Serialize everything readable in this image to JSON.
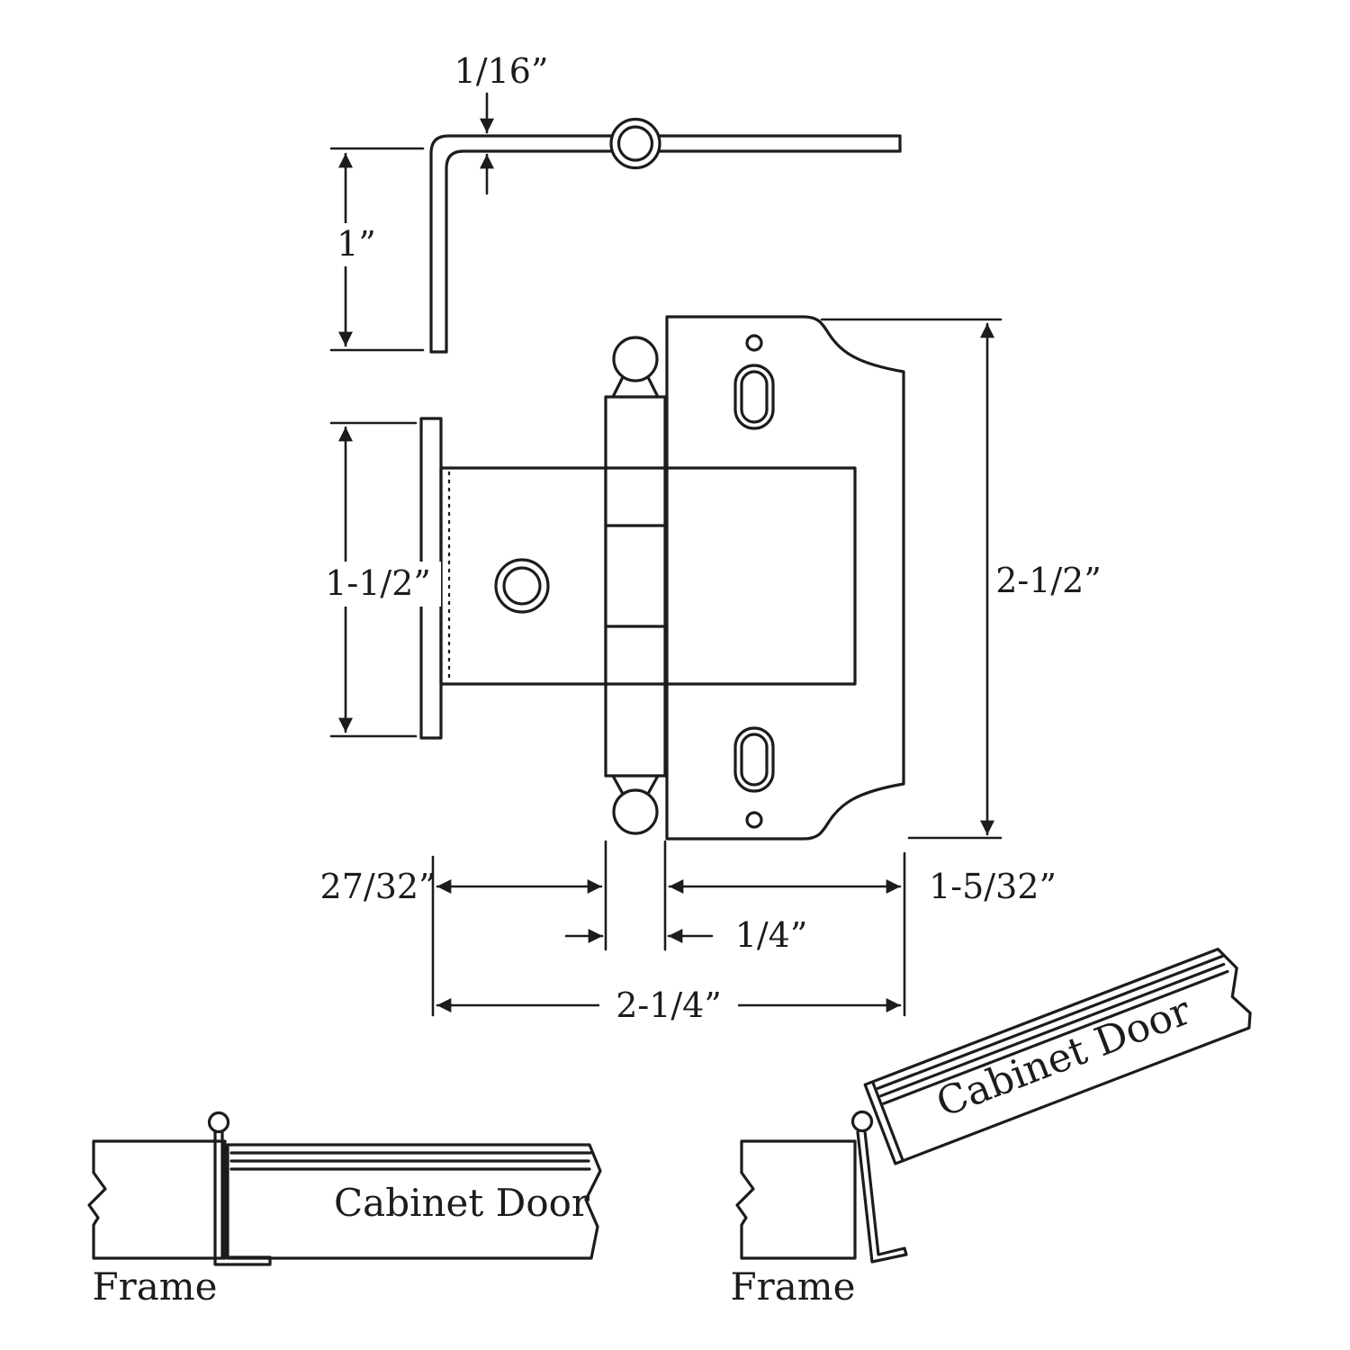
{
  "page": {
    "background": "#ffffff",
    "line_color": "#1c1c1c",
    "subject": "Cabinet hinge dimension drawing"
  },
  "dimensions": {
    "leaf_thickness": "1/16”",
    "side_leaf_depth": "1”",
    "door_wrap_height": "1-1/2”",
    "overall_height": "2-1/2”",
    "door_side_width": "27/32”",
    "barrel_width": "1/4”",
    "frame_side_width": "1-5/32”",
    "overall_width": "2-1/4”"
  },
  "closed_view": {
    "door_label": "Cabinet Door",
    "frame_label": "Frame"
  },
  "open_view": {
    "door_label": "Cabinet Door",
    "frame_label": "Frame"
  }
}
